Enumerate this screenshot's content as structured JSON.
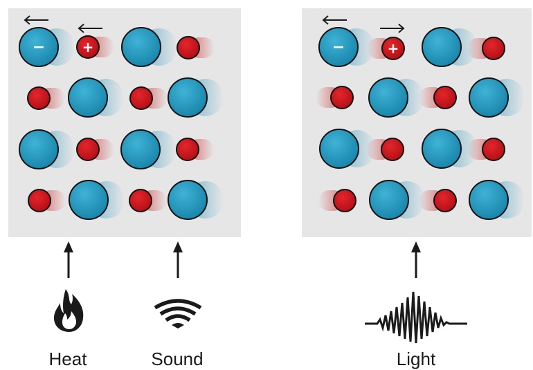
{
  "labels": {
    "heat": "Heat",
    "sound": "Sound",
    "light": "Light"
  },
  "charge_symbols": {
    "negative": "−",
    "positive": "+"
  },
  "colors": {
    "panel_background": "#e6e6e7",
    "ion_blue": "#1f92b8",
    "ion_red": "#c8141c",
    "outline": "#111111",
    "icon": "#1a1a1a"
  },
  "icons": [
    "flame-icon",
    "sound-waves-icon",
    "light-wave-icon",
    "up-arrow-icon",
    "left-arrow-icon",
    "right-arrow-icon"
  ]
}
